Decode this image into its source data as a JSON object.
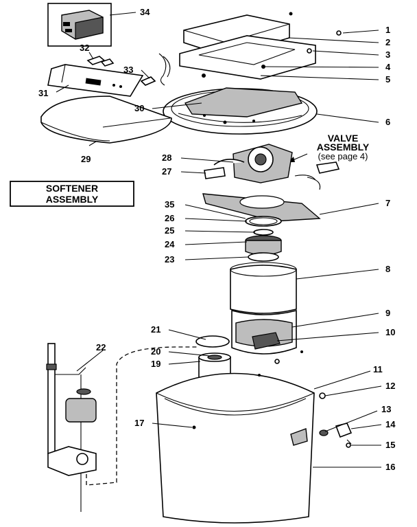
{
  "title": {
    "line1": "SOFTENER",
    "line2": "ASSEMBLY"
  },
  "valve_label": {
    "line1": "VALVE",
    "line2": "ASSEMBLY",
    "line3": "(see page 4)"
  },
  "callouts": [
    "1",
    "2",
    "3",
    "4",
    "5",
    "6",
    "7",
    "8",
    "9",
    "10",
    "11",
    "12",
    "13",
    "14",
    "15",
    "16",
    "17",
    "19",
    "20",
    "21",
    "22",
    "23",
    "24",
    "25",
    "26",
    "27",
    "28",
    "29",
    "30",
    "31",
    "32",
    "33",
    "34",
    "35"
  ],
  "colors": {
    "ink": "#000000",
    "paper": "#ffffff",
    "shade": "#bdbdbd"
  }
}
